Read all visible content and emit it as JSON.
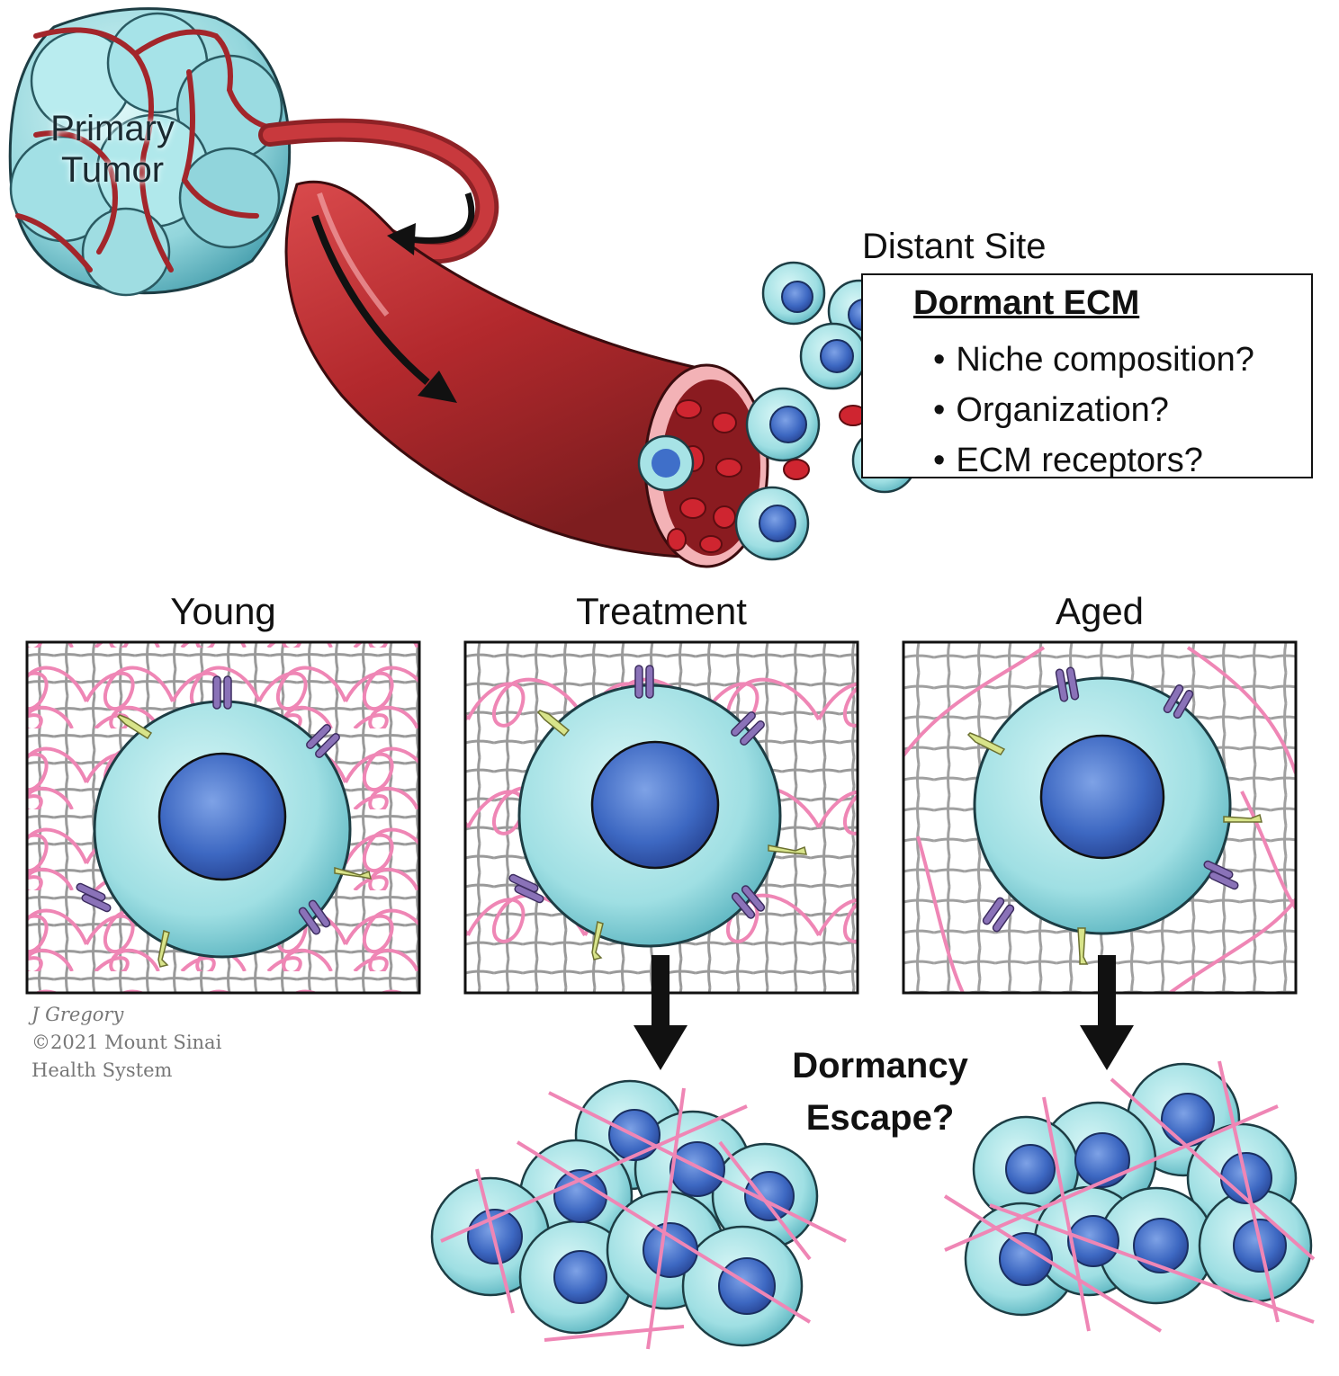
{
  "primary_tumor": {
    "line1": "Primary",
    "line2": "Tumor"
  },
  "distant_site": {
    "label": "Distant Site",
    "box_title": "Dormant ECM",
    "items": [
      "Niche composition?",
      "Organization?",
      "ECM receptors?"
    ]
  },
  "panels": [
    {
      "title": "Young"
    },
    {
      "title": "Treatment"
    },
    {
      "title": "Aged"
    }
  ],
  "outcome": {
    "line1": "Dormancy",
    "line2": "Escape?"
  },
  "credit": {
    "line1": "J Gregory",
    "line2": "©2021 Mount Sinai",
    "line3": "Health System"
  },
  "colors": {
    "vessel": "#c0393b",
    "vessel_dark": "#7e1d1f",
    "lumen": "#f3b2b6",
    "cell_body": "#a7e3e6",
    "cell_nucleus": "#3f6fc9",
    "fiber": "#ef86b5",
    "grid": "#9a9a9a",
    "receptor_purple": "#8a72b8",
    "receptor_yellow": "#d8e48a",
    "rbc": "#cf2530",
    "arrow": "#111111"
  }
}
